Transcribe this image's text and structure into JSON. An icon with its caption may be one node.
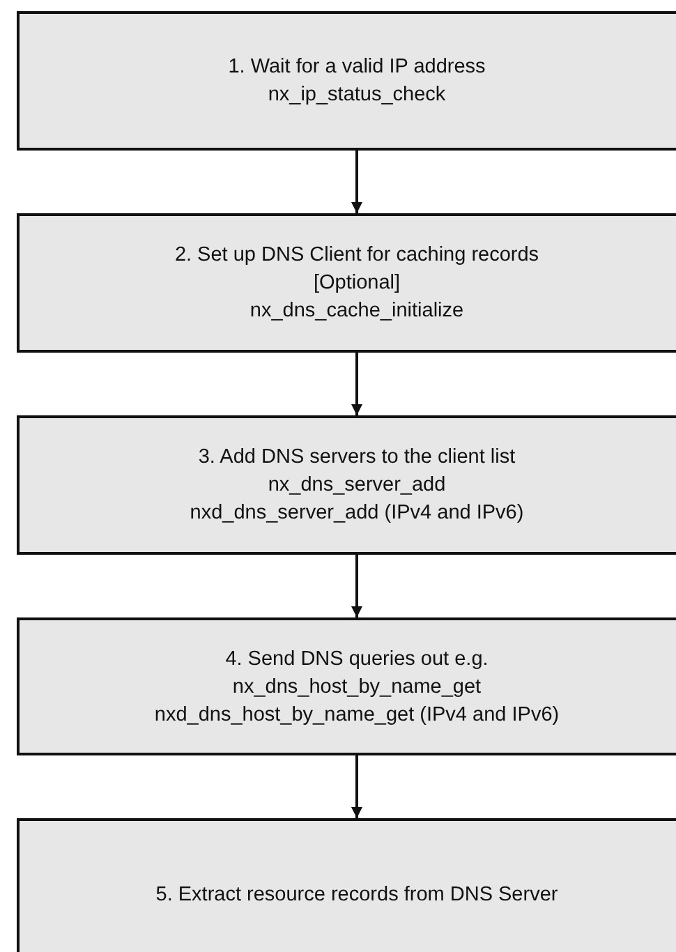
{
  "diagram": {
    "nodes": [
      {
        "text": [
          "1. Wait for a valid IP address",
          "nx_ip_status_check"
        ]
      },
      {
        "text": [
          "2. Set up DNS Client for caching records",
          "[Optional]",
          "nx_dns_cache_initialize"
        ]
      },
      {
        "text": [
          "3. Add DNS servers to the client list",
          "nx_dns_server_add",
          "nxd_dns_server_add (IPv4 and IPv6)"
        ]
      },
      {
        "text": [
          "4. Send DNS queries out e.g.",
          "nx_dns_host_by_name_get",
          "nxd_dns_host_by_name_get (IPv4 and IPv6)"
        ]
      },
      {
        "text": [
          "5. Extract resource records from DNS Server"
        ]
      }
    ],
    "edges": [
      {
        "from": 0,
        "to": 1,
        "arrow": "to"
      },
      {
        "from": 1,
        "to": 2,
        "arrow": "to"
      },
      {
        "from": 2,
        "to": 3,
        "arrow": "to"
      },
      {
        "from": 3,
        "to": 4,
        "arrow": "to"
      }
    ]
  }
}
